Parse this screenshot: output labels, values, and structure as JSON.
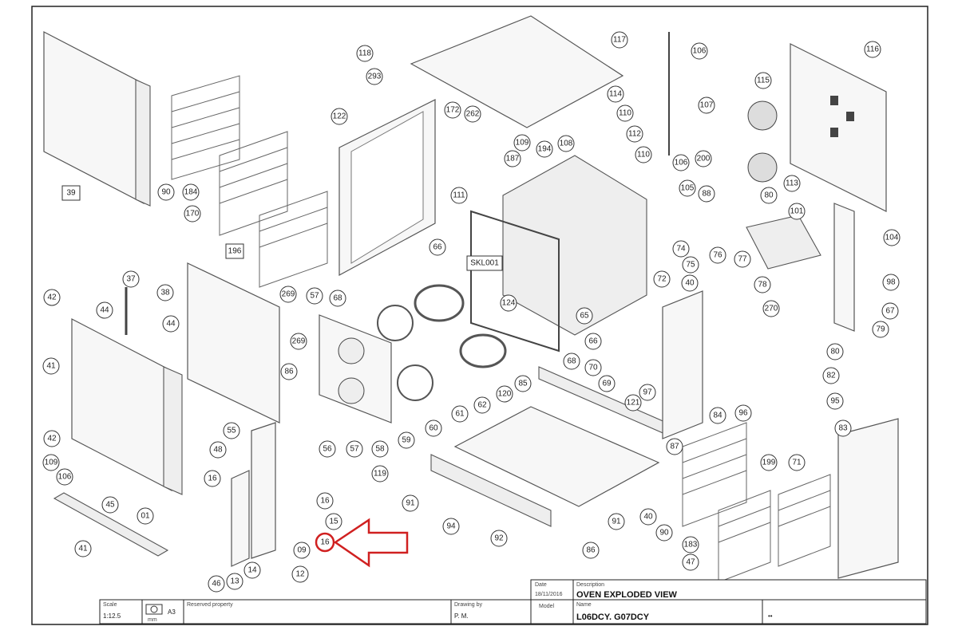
{
  "callouts": [
    "118",
    "293",
    "117",
    "106",
    "116",
    "115",
    "39",
    "122",
    "172",
    "262",
    "114",
    "110",
    "112",
    "107",
    "109",
    "194",
    "187",
    "108",
    "106",
    "200",
    "90",
    "184",
    "170",
    "111",
    "110",
    "105",
    "80",
    "113",
    "88",
    "196",
    "66",
    "SKL001",
    "101",
    "104",
    "98",
    "67",
    "124",
    "74",
    "75",
    "76",
    "77",
    "78",
    "270",
    "72",
    "40",
    "42",
    "44",
    "37",
    "38",
    "41",
    "44",
    "269",
    "269",
    "86",
    "57",
    "68",
    "65",
    "68",
    "66",
    "70",
    "69",
    "121",
    "97",
    "79",
    "80",
    "82",
    "95",
    "85",
    "84",
    "96",
    "83",
    "199",
    "71",
    "87",
    "90",
    "183",
    "47",
    "48",
    "55",
    "56",
    "57",
    "58",
    "59",
    "60",
    "61",
    "62",
    "120",
    "119",
    "91",
    "94",
    "92",
    "91",
    "86",
    "40",
    "42",
    "109",
    "106",
    "45",
    "01",
    "16",
    "16",
    "15",
    "09",
    "12",
    "14",
    "13",
    "46",
    "41"
  ],
  "highlighted_callout": "16",
  "title_block": {
    "scale_label": "Scale",
    "scale_value": "1:12.5",
    "format": "A3",
    "reserved_label": "Reserved property",
    "drawing_by_label": "Drawing by",
    "drawing_by_value": "P. M.",
    "date_label": "Date",
    "date_value": "18/11/2016",
    "model_label": "Model",
    "description_label": "Description",
    "description_value": "OVEN EXPLODED VIEW",
    "name_label": "Name",
    "name_value": "L06DCY. G07DCY",
    "mm_unit": "mm",
    "end_mark": "••"
  },
  "colors": {
    "highlight": "#d02020",
    "line": "#555555"
  }
}
